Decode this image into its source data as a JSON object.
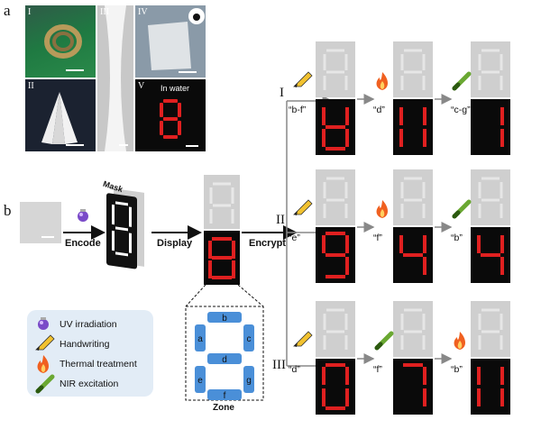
{
  "panel_a": {
    "letter": "a",
    "subpanels": {
      "i": "I",
      "ii": "II",
      "iii": "III",
      "iv": "IV",
      "v": "V"
    },
    "water_label": "In water"
  },
  "panel_b": {
    "letter": "b",
    "mask_label": "Mask",
    "steps": {
      "encode": "Encode",
      "display": "Display",
      "encrypt": "Encrypt"
    },
    "zone": {
      "title": "Zone",
      "segments": [
        "a",
        "b",
        "c",
        "d",
        "e",
        "f",
        "g"
      ]
    },
    "rows": [
      {
        "numeral": "I",
        "labels": [
          "“b-f”",
          "“d”",
          "“c-g”"
        ]
      },
      {
        "numeral": "II",
        "labels": [
          "“e”",
          "“f”",
          "“b”"
        ]
      },
      {
        "numeral": "III",
        "labels": [
          "“d”",
          "“f”",
          "“b”"
        ]
      }
    ],
    "legend": [
      {
        "icon": "uv-bulb-icon",
        "label": "UV irradiation"
      },
      {
        "icon": "pen-icon",
        "label": "Handwriting"
      },
      {
        "icon": "flame-icon",
        "label": "Thermal treatment"
      },
      {
        "icon": "nir-pen-icon",
        "label": "NIR excitation"
      }
    ]
  },
  "colors": {
    "display_red": "#e02020",
    "display_dim": "#3a0a0a",
    "zone_blue": "#4a8fd8",
    "legend_bg": "#e2ecf6",
    "flame": "#f06020",
    "nir_green": "#6aa832"
  }
}
